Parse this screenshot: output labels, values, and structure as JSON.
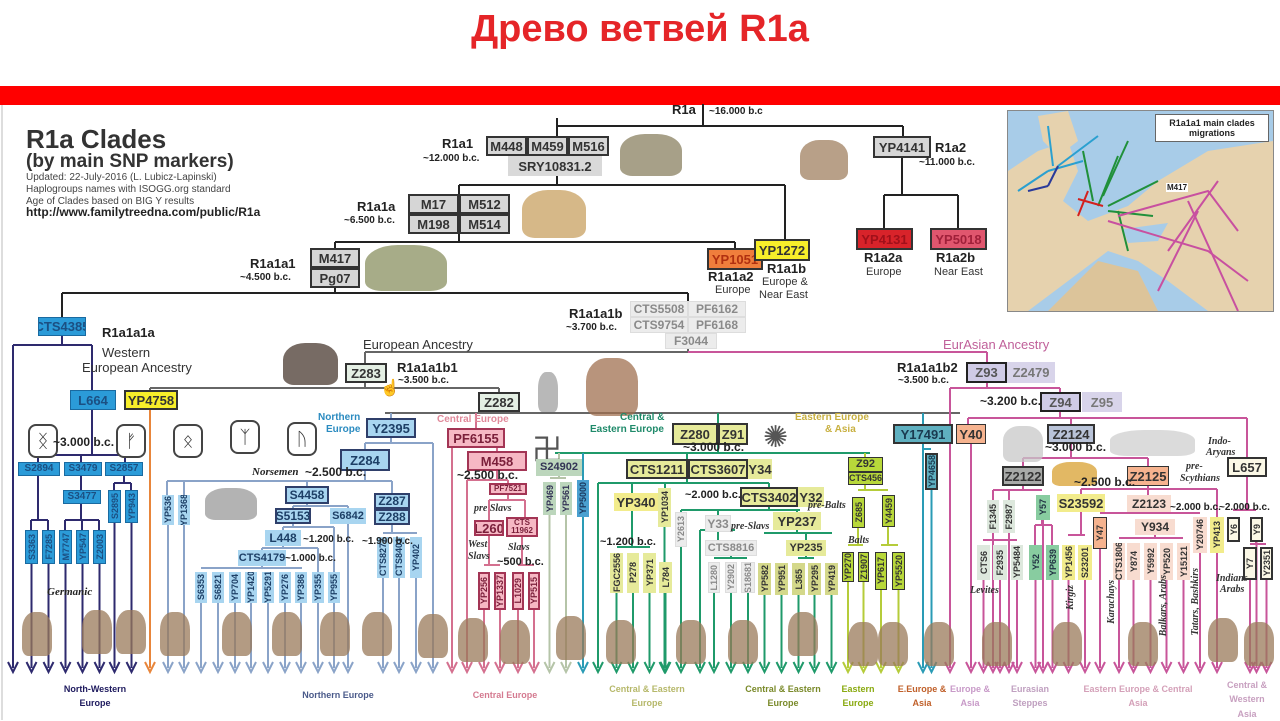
{
  "title": "Древо ветвей R1a",
  "header": {
    "heading": "R1a Clades",
    "subheading": "(by main SNP markers)",
    "updated": "Updated: 22-July-2016 (L. Lubicz-Lapinski)",
    "naming": "Haplogroups names with ISOGG.org standard",
    "age": "Age of Clades based on BIG Y results",
    "url": "http://www.familytreedna.com/public/R1a"
  },
  "map": {
    "title": "R1a1a1 main clades migrations",
    "marker": "M417"
  },
  "colors": {
    "title": "#e52528",
    "bar": "#ff0000",
    "nw_europe": "#2e2a6e",
    "northern": "#8aa3c8",
    "central": "#d4708f",
    "central_eastern": "#1f9a6a",
    "eastern": "#b5cc3a",
    "teal": "#2a9bb5",
    "eurasian": "#c8559a"
  },
  "nodes": [
    {
      "label": "M448"
    },
    {
      "label": "M459"
    },
    {
      "label": "M516"
    },
    {
      "label": "SRY10831.2"
    },
    {
      "label": "YP4141"
    },
    {
      "label": "M17"
    },
    {
      "label": "M512"
    },
    {
      "label": "M198"
    },
    {
      "label": "M514"
    },
    {
      "label": "M417"
    },
    {
      "label": "Pg07"
    },
    {
      "label": "YP1051"
    },
    {
      "label": "YP1272"
    },
    {
      "label": "YP4131"
    },
    {
      "label": "YP5018"
    },
    {
      "label": "CTS5508"
    },
    {
      "label": "PF6162"
    },
    {
      "label": "CTS9754"
    },
    {
      "label": "PF6168"
    },
    {
      "label": "F3044"
    },
    {
      "label": "CTS4385"
    },
    {
      "label": "Z283"
    },
    {
      "label": "Z282"
    },
    {
      "label": "Z93"
    },
    {
      "label": "Z2479"
    },
    {
      "label": "Z94"
    },
    {
      "label": "Z95"
    },
    {
      "label": "L664"
    },
    {
      "label": "YP4758"
    },
    {
      "label": "Y2395"
    },
    {
      "label": "PF6155"
    },
    {
      "label": "Z280"
    },
    {
      "label": "Z91"
    },
    {
      "label": "Y17491"
    },
    {
      "label": "Y40"
    },
    {
      "label": "Z2124"
    },
    {
      "label": "L657"
    },
    {
      "label": "Z284"
    },
    {
      "label": "S2894"
    },
    {
      "label": "S3479"
    },
    {
      "label": "S2857"
    },
    {
      "label": "S3477"
    },
    {
      "label": "M458"
    },
    {
      "label": "S24902"
    },
    {
      "label": "CTS1211"
    },
    {
      "label": "CTS3607"
    },
    {
      "label": "Y34"
    },
    {
      "label": "Z92"
    },
    {
      "label": "CTS456"
    },
    {
      "label": "Z2122"
    },
    {
      "label": "Z2125"
    },
    {
      "label": "S4458"
    },
    {
      "label": "Z287"
    },
    {
      "label": "Z288"
    },
    {
      "label": "PF7521"
    },
    {
      "label": "YP340"
    },
    {
      "label": "CTS3402"
    },
    {
      "label": "Y32"
    },
    {
      "label": "S23592"
    },
    {
      "label": "Z2123"
    },
    {
      "label": "S5153"
    },
    {
      "label": "S6842"
    },
    {
      "label": "L260"
    },
    {
      "label": "CTS 11962"
    },
    {
      "label": "Y33"
    },
    {
      "label": "YP237"
    },
    {
      "label": "Y934"
    },
    {
      "label": "L448"
    },
    {
      "label": "CTS4179"
    },
    {
      "label": "CTS8816"
    },
    {
      "label": "YP235"
    }
  ],
  "leaves": [
    {
      "label": "S3363"
    },
    {
      "label": "F7285"
    },
    {
      "label": "M7747"
    },
    {
      "label": "YP547"
    },
    {
      "label": "Z2003"
    },
    {
      "label": "S2895"
    },
    {
      "label": "YP943"
    },
    {
      "label": "YP536"
    },
    {
      "label": "YP1368"
    },
    {
      "label": "S6353"
    },
    {
      "label": "S6821"
    },
    {
      "label": "YP704"
    },
    {
      "label": "YP1420"
    },
    {
      "label": "YP5291"
    },
    {
      "label": "YP276"
    },
    {
      "label": "YP386"
    },
    {
      "label": "YP355"
    },
    {
      "label": "YP955"
    },
    {
      "label": "CTS8277"
    },
    {
      "label": "CTS8401"
    },
    {
      "label": "YP402"
    },
    {
      "label": "YP256"
    },
    {
      "label": "YP1337"
    },
    {
      "label": "L1029"
    },
    {
      "label": "YP515"
    },
    {
      "label": "YP469"
    },
    {
      "label": "YP561"
    },
    {
      "label": "YP5000"
    },
    {
      "label": "YP1034"
    },
    {
      "label": "Y2613"
    },
    {
      "label": "FGC2556"
    },
    {
      "label": "P278"
    },
    {
      "label": "YP371"
    },
    {
      "label": "L784"
    },
    {
      "label": "L1280"
    },
    {
      "label": "Y2902"
    },
    {
      "label": "S18681"
    },
    {
      "label": "YP582"
    },
    {
      "label": "YP951"
    },
    {
      "label": "L365"
    },
    {
      "label": "YP295"
    },
    {
      "label": "YP419"
    },
    {
      "label": "Z685"
    },
    {
      "label": "Y4459"
    },
    {
      "label": "YP270"
    },
    {
      "label": "Z1907"
    },
    {
      "label": "YP617"
    },
    {
      "label": "YP5520"
    },
    {
      "label": "YP4658"
    },
    {
      "label": "F1345"
    },
    {
      "label": "F2987"
    },
    {
      "label": "Y57"
    },
    {
      "label": "CTS6"
    },
    {
      "label": "F2935"
    },
    {
      "label": "YP5484"
    },
    {
      "label": "Y52"
    },
    {
      "label": "YP639"
    },
    {
      "label": "YP1456"
    },
    {
      "label": "S23201"
    },
    {
      "label": "Y47"
    },
    {
      "label": "CTS1806"
    },
    {
      "label": "Y874"
    },
    {
      "label": "Y5992"
    },
    {
      "label": "YP520"
    },
    {
      "label": "Y15121"
    },
    {
      "label": "Y20746"
    },
    {
      "label": "YP413"
    },
    {
      "label": "Y6"
    },
    {
      "label": "Y9"
    },
    {
      "label": "Y7"
    },
    {
      "label": "Y2351"
    }
  ],
  "annotations": [
    "R1a",
    "~16.000 b.c",
    "R1a1",
    "~12.000 b.c.",
    "R1a2",
    "~11.000 b.c.",
    "R1a1a",
    "~6.500 b.c.",
    "R1a1a1",
    "~4.500 b.c.",
    "R1a1a2",
    "Europe",
    "R1a1b",
    "Europe &",
    "Near East",
    "R1a2a",
    "Europe",
    "R1a2b",
    "Near East",
    "R1a1a1b",
    "~3.700 b.c.",
    "R1a1a1a",
    "Western",
    "European Ancestry",
    "European Ancestry",
    "EurAsian Ancestry",
    "R1a1a1b1",
    "~3.500 b.c.",
    "R1a1a1b2",
    "~3.500 b.c.",
    "~3.000 b.c.",
    "Northern",
    "Europe",
    "Central Europe",
    "Central &",
    "Eastern Europe",
    "Eastern Europe",
    "& Asia",
    "~3.000 b.c.",
    "Norsemen",
    "~2.500 b.c.",
    "~2.500 b.c.",
    "~1.200 b.c.",
    "~1.000 b.c.",
    "~1.900 b.c.",
    "pre Slavs",
    "West",
    "Slavs",
    "Slavs",
    "~500 b.c.",
    "~1.200 b.c.",
    "~2.000 b.c.",
    "pre-Slavs",
    "pre-Balts",
    "Balts",
    "Germanic",
    "~3.200 b.c.",
    "~3.000 b.c.",
    "~2.500 b.c.",
    "pre-",
    "Scythians",
    "Indo-",
    "Aryans",
    "~2.000 b.c.",
    "~2.000 b.c.",
    "Levites",
    "Indians",
    "Arabs",
    "Kirgiz",
    "Karachays",
    "Balkars, Arabs",
    "Tatars, Bashkirs"
  ],
  "runes": [
    "ᛝ",
    "ᚠ",
    "ᛟ",
    "ᛉ",
    "ᚢ"
  ],
  "symbols": [
    "卍",
    "✺"
  ],
  "regions": [
    {
      "label": "North-Western Europe",
      "color": "#1e1a5e"
    },
    {
      "label": "Northern Europe",
      "color": "#4a5a8a"
    },
    {
      "label": "Central Europe",
      "color": "#d47a90"
    },
    {
      "label": "Central & Eastern Europe",
      "color": "#b6b86a"
    },
    {
      "label": "Central & Eastern Europe",
      "color": "#7a8a2a"
    },
    {
      "label": "Eastern Europe",
      "color": "#8aaa10"
    },
    {
      "label": "E.Europe & Asia",
      "color": "#c0602a"
    },
    {
      "label": "Europe & Asia",
      "color": "#c89ac8"
    },
    {
      "label": "Eurasian Steppes",
      "color": "#c0a0c0"
    },
    {
      "label": "Eastern Europe & Central Asia",
      "color": "#d4a0b8"
    },
    {
      "label": "Central & Western Asia",
      "color": "#c8a0c0"
    }
  ]
}
